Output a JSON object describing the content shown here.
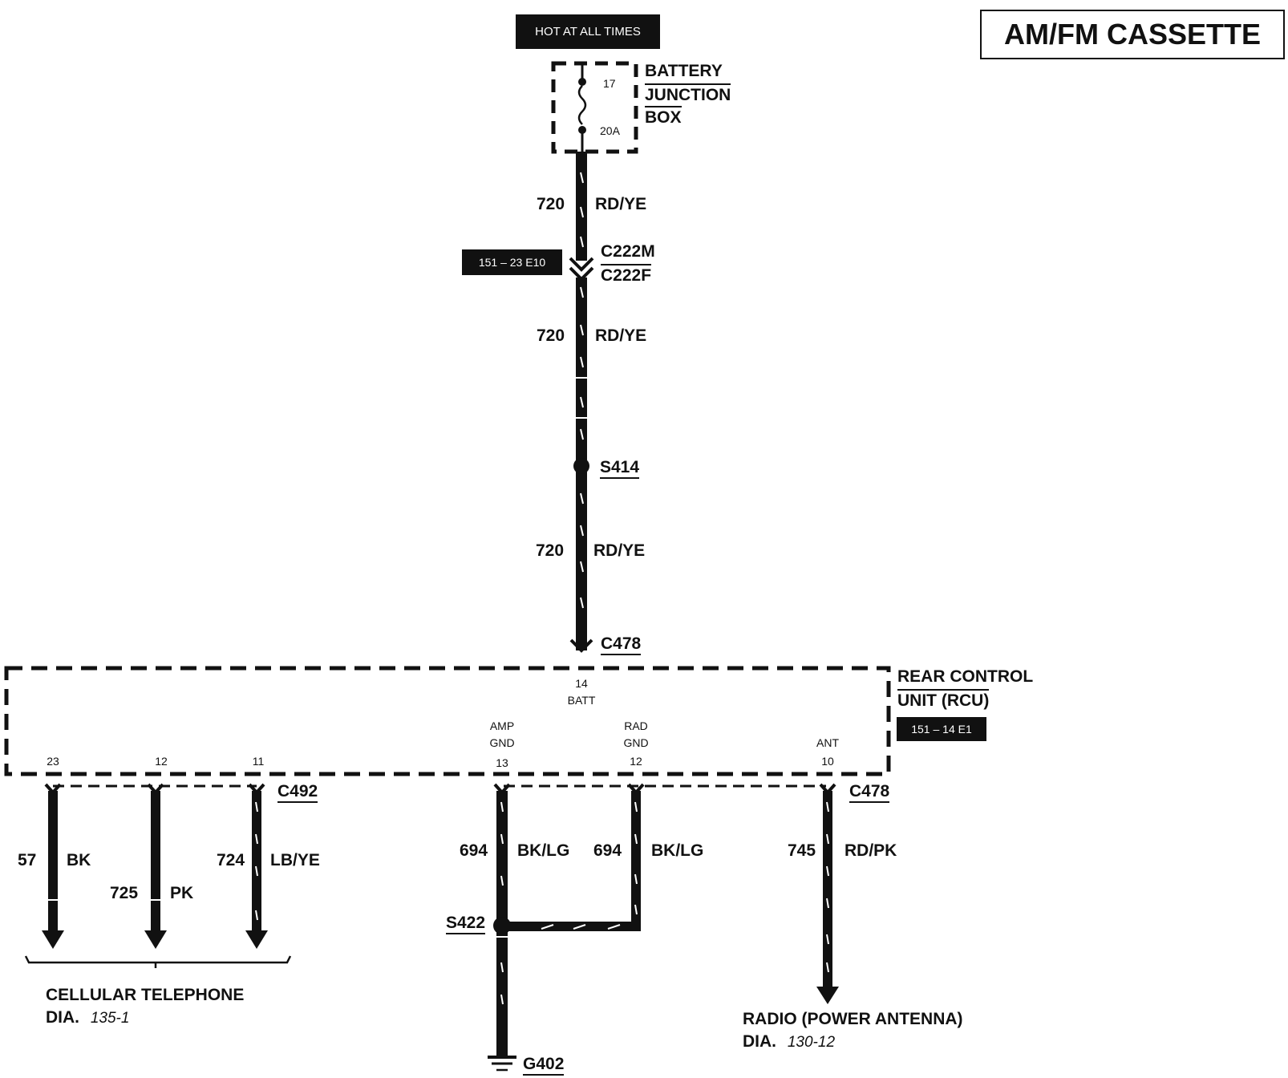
{
  "title": "AM/FM CASSETTE",
  "power": {
    "hot_label": "HOT AT ALL TIMES",
    "junction_box": [
      "BATTERY",
      "JUNCTION",
      "BOX"
    ],
    "fuse_number": "17",
    "fuse_rating": "20A"
  },
  "main_wire": {
    "circuit": "720",
    "color": "RD/YE",
    "connector_m": "C222M",
    "connector_f": "C222F",
    "connector_ref": "151 – 23 E10",
    "splice": "S414",
    "rcu_connector": "C478"
  },
  "rcu": {
    "name_line1": "REAR CONTROL",
    "name_line2": "UNIT (RCU)",
    "ref": "151 – 14 E1",
    "batt_pin": "14",
    "batt_label": "BATT",
    "pins": [
      {
        "pin": "23",
        "label": ""
      },
      {
        "pin": "12",
        "label": ""
      },
      {
        "pin": "11",
        "label": ""
      },
      {
        "pin": "13",
        "label_line1": "AMP",
        "label_line2": "GND"
      },
      {
        "pin": "12",
        "label_line1": "RAD",
        "label_line2": "GND"
      },
      {
        "pin": "10",
        "label_line1": "ANT"
      }
    ]
  },
  "lower": {
    "connector_left": "C492",
    "connector_right": "C478",
    "wires": [
      {
        "circuit": "57",
        "color": "BK"
      },
      {
        "circuit": "725",
        "color": "PK"
      },
      {
        "circuit": "724",
        "color": "LB/YE"
      },
      {
        "circuit": "694",
        "color": "BK/LG"
      },
      {
        "circuit": "694",
        "color": "BK/LG"
      },
      {
        "circuit": "745",
        "color": "RD/PK"
      }
    ],
    "splice": "S422",
    "ground": "G402"
  },
  "destinations": {
    "cellular": {
      "name": "CELLULAR TELEPHONE",
      "dia_label": "DIA.",
      "dia_ref": "135-1"
    },
    "radio": {
      "name": "RADIO (POWER ANTENNA)",
      "dia_label": "DIA.",
      "dia_ref": "130-12"
    }
  }
}
